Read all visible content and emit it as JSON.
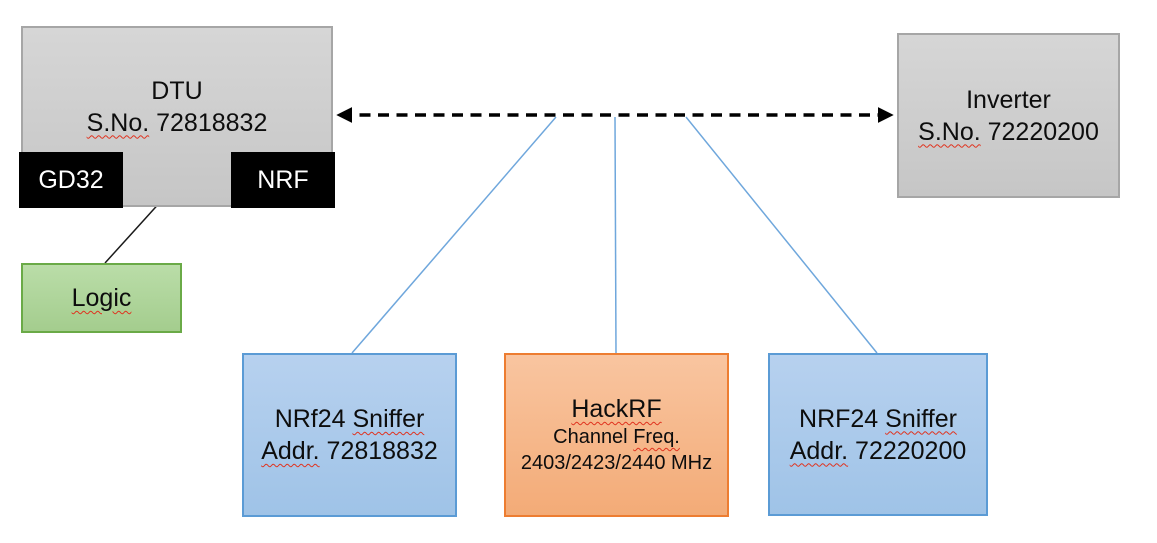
{
  "diagram": {
    "nodes": {
      "dtu": {
        "title": "DTU",
        "serial_label": "S.No.",
        "serial_value": " 72818832"
      },
      "gd32": {
        "label": "GD32"
      },
      "nrf": {
        "label": "NRF"
      },
      "logic": {
        "label": "Logic"
      },
      "inverter": {
        "title": "Inverter",
        "serial_label": "S.No.",
        "serial_value": " 72220200"
      },
      "sniffer1": {
        "name_prefix": "NRf24 ",
        "name_marked": "Sniffer",
        "addr_label": "Addr.",
        "addr_value": " 72818832"
      },
      "hackrf": {
        "title": "HackRF",
        "freq_prefix": "Channel ",
        "freq_marked": "Freq.",
        "channels": "2403/2423/2440 MHz"
      },
      "sniffer2": {
        "name_prefix": "NRF24 ",
        "name_marked": "Sniffer",
        "addr_label": "Addr.",
        "addr_value": " 72220200"
      }
    },
    "colors": {
      "gray_fill": "#cccccc",
      "gray_border": "#a6a6a6",
      "black_fill": "#000000",
      "green_fill": "#a9d18e",
      "green_border": "#70ad47",
      "blue_fill": "#a7c8ea",
      "blue_border": "#5b9bd5",
      "orange_fill": "#f4b183",
      "orange_border": "#ed7d31",
      "connector_blue": "#6fa7dc",
      "arrow_black": "#000000",
      "spellcheck_red": "#e0321e"
    }
  }
}
